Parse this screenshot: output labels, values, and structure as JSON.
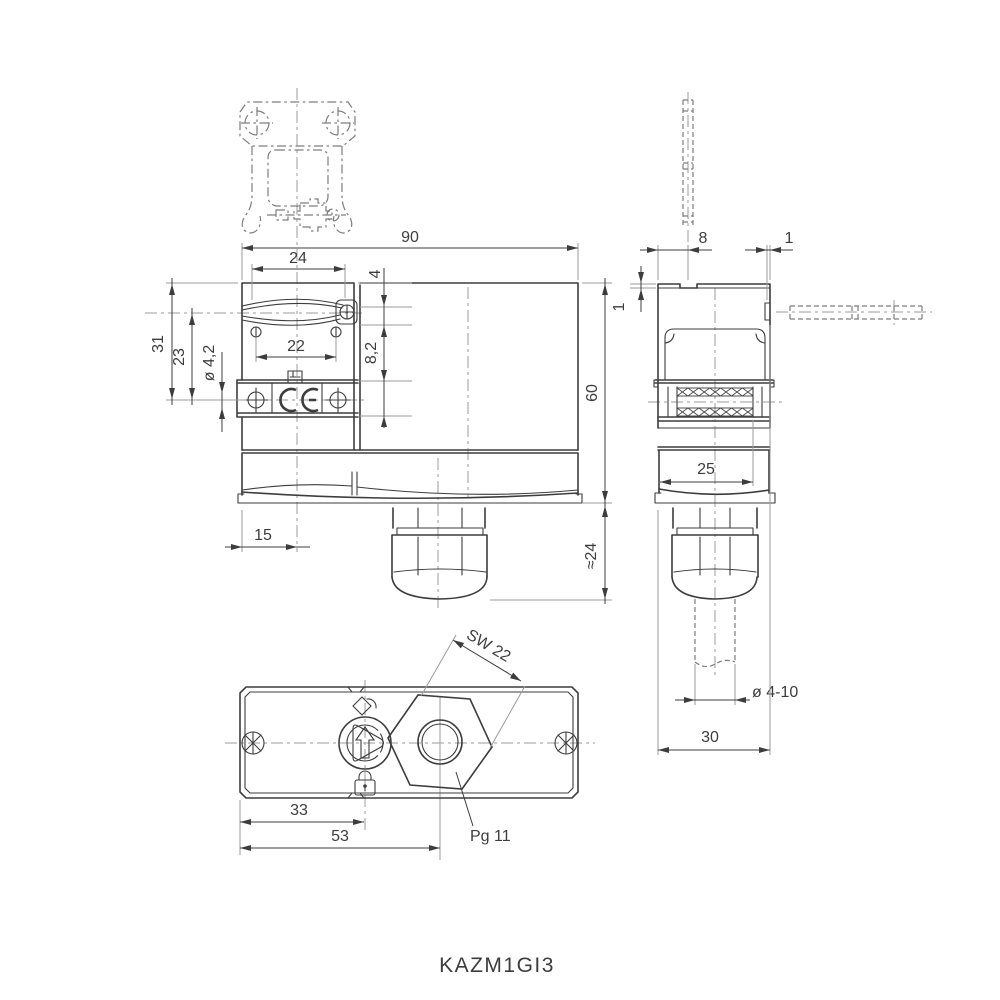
{
  "caption": {
    "model": "KAZM1GI3"
  },
  "marks": {
    "ce": "CE"
  },
  "dims": {
    "front": {
      "width": "90",
      "slot_width": "24",
      "slot_top_offset": "4",
      "band_height": "8,2",
      "hole_from_top": "31",
      "hole_from_slot": "23",
      "hole_dia": "ø 4,2",
      "screw_pitch": "22",
      "gland_offset": "15",
      "height": "60",
      "gland_height": "≈24"
    },
    "side": {
      "slot_position": "8",
      "rim_height": "1",
      "edge_gap": "1",
      "lid_width": "25",
      "cable_dia": "ø 4-10",
      "depth": "30"
    },
    "bottom": {
      "lock_offset": "33",
      "gland_offset": "53",
      "wrench_size": "SW 22",
      "gland_thread": "Pg 11"
    }
  },
  "icons": {
    "ce_mark": "ce-mark",
    "padlock_open": "padlock-open",
    "padlock_closed": "padlock-closed",
    "unlock_arrow": "unlock-arrow",
    "screw_left": "screw-cross",
    "screw_right": "screw-cross"
  }
}
